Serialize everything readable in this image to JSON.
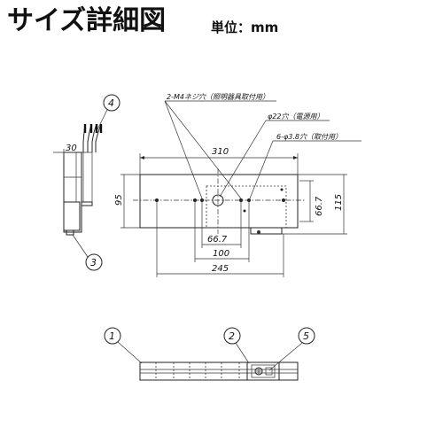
{
  "header": {
    "title": "サイズ詳細図",
    "unit": "単位：mm"
  },
  "callouts": {
    "c1": "1",
    "c2": "2",
    "c3": "3",
    "c4": "4",
    "c5": "5"
  },
  "notes": {
    "screw_holes": "2-M4ネジ穴（照明器具取付用）",
    "power_hole": "φ22穴（電源用）",
    "mount_holes": "6-φ3.8穴（取付用）"
  },
  "dimensions": {
    "side_depth": "30",
    "overall_length": "310",
    "height": "95",
    "center_66_7_h": "66.7",
    "overall_height": "115",
    "span_66_7_w": "66.7",
    "span_100": "100",
    "span_245": "245"
  }
}
